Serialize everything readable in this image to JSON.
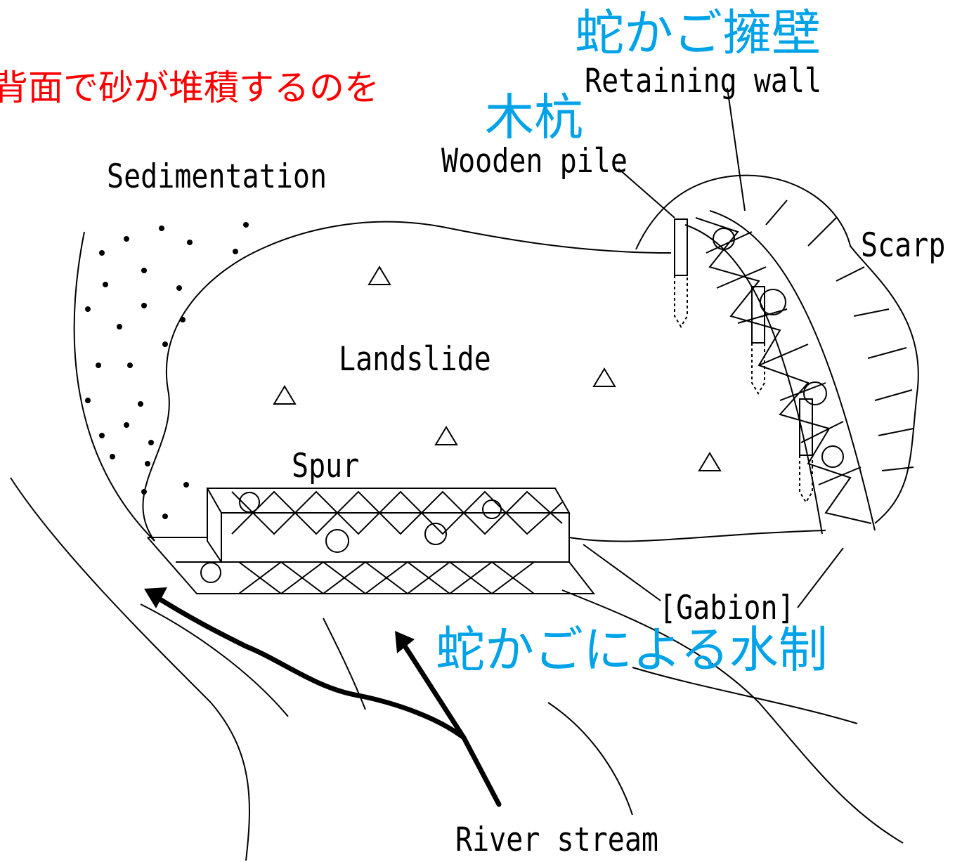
{
  "labels": {
    "note_red": "背面で砂が堆積するのを",
    "gabion_wall_jp": "蛇かご擁壁",
    "wooden_pile_jp": "木杭",
    "spur_jp": "蛇かごによる水制",
    "retaining_wall": "Retaining wall",
    "wooden_pile": "Wooden pile",
    "sedimentation": "Sedimentation",
    "scarp": "Scarp",
    "landslide": "Landslide",
    "spur": "Spur",
    "gabion": "[Gabion]",
    "river_stream": "River stream"
  },
  "colors": {
    "red_annotation": "#ff0000",
    "blue_annotation": "#00a2e8",
    "line": "#000000"
  },
  "icons": [
    "triangle-marker",
    "arrow-up-left",
    "sediment-dot"
  ]
}
